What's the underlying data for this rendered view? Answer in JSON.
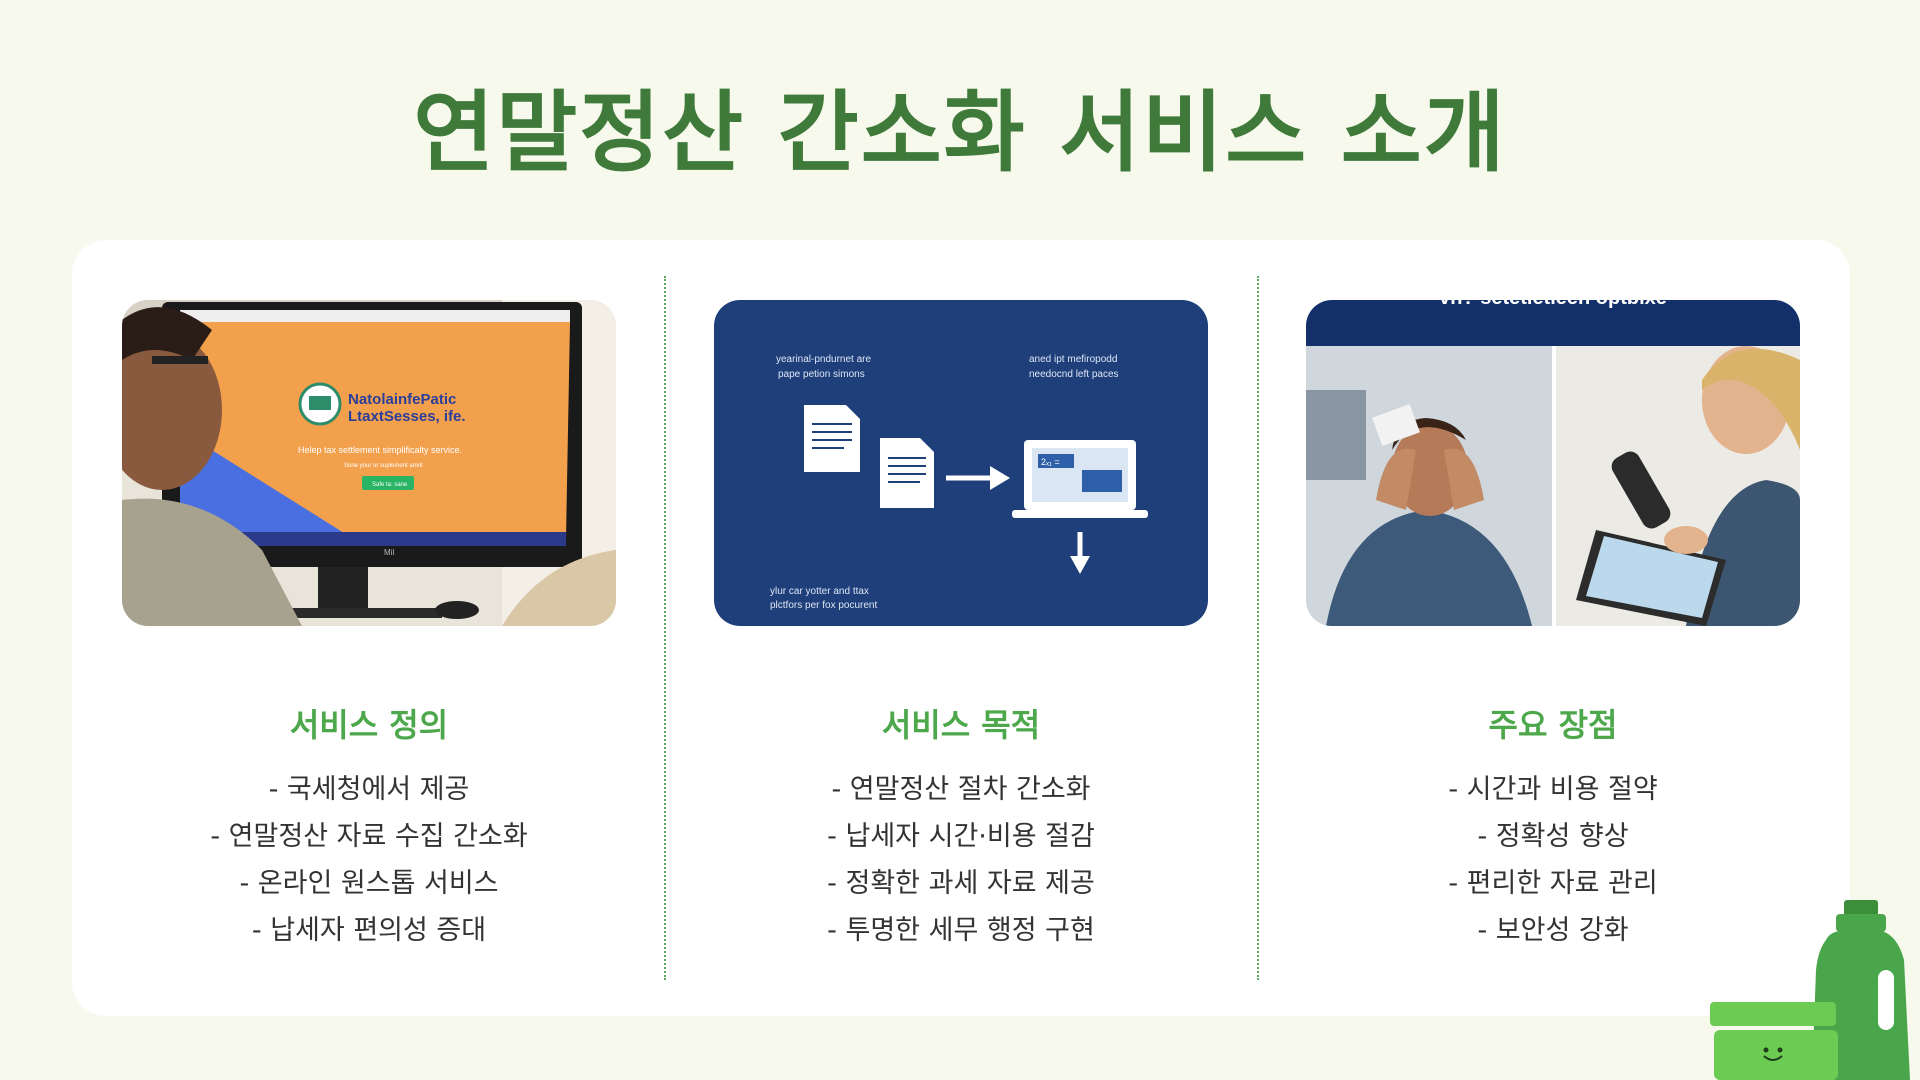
{
  "title": "연말정산 간소화 서비스 소개",
  "colors": {
    "title": "#3f7a3a",
    "heading": "#4ca84a",
    "accent": "#1e3f7a"
  },
  "columns": [
    {
      "image": {
        "brand_line1": "NatolainfePatic",
        "brand_line2": "LtaxtSesses, ife.",
        "tagline": "Helep tax settlement simplificalty service.",
        "subtag": "Sone your ur suplement amnt",
        "button": "Safe ta: sane",
        "monitor_brand": "Mil"
      },
      "heading": "서비스 정의",
      "items": [
        "- 국세청에서 제공",
        "- 연말정산 자료 수집 간소화",
        "- 온라인 원스톱 서비스",
        "- 납세자 편의성 증대"
      ]
    },
    {
      "image": {
        "top_left_1": "yearinal-pndurnet are",
        "top_left_2": "pape petion simons",
        "top_right_1": "aned ipt mefiropodd",
        "top_right_2": "needocnd left paces",
        "bottom_1": "ylur car yotter and ttax",
        "bottom_2": "plctfors per fox pocurent",
        "screen_label": "2ₓ₁ ="
      },
      "heading": "서비스 목적",
      "items": [
        "- 연말정산 절차 간소화",
        "- 납세자 시간·비용 절감",
        "- 정확한 과세 자료 제공",
        "- 투명한 세무 행정 구현"
      ]
    },
    {
      "image": {
        "banner": "vn? setetietieen optbixe"
      },
      "heading": "주요 장점",
      "items": [
        "- 시간과 비용 절약",
        "- 정확성 향상",
        "- 편리한 자료 관리",
        "- 보안성 강화"
      ]
    }
  ]
}
